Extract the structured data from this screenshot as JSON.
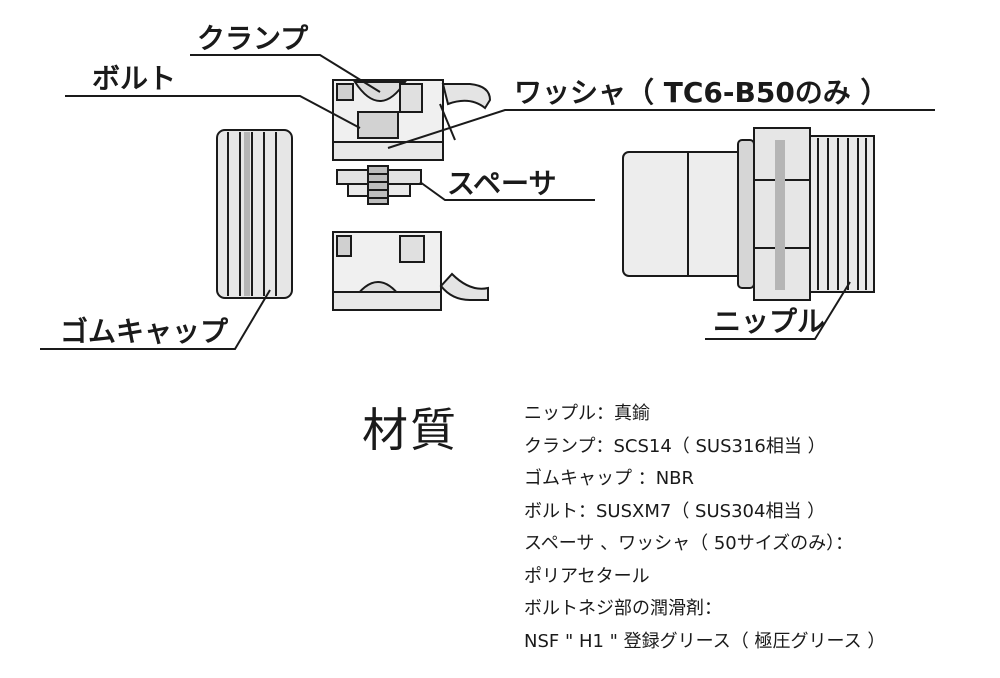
{
  "labels": {
    "clamp": "クランプ",
    "bolt": "ボルト",
    "washer": "ワッシャ（ TC6-B50のみ ）",
    "spacer": "スペーサ",
    "rubber_cap": "ゴムキャップ",
    "nipple": "ニップル"
  },
  "materials": {
    "title": "材質",
    "lines": [
      "ニップル：真鍮",
      "クランプ：SCS14（ SUS316相当 ）",
      "ゴムキャップ ：NBR",
      "ボルト：SUSXM7（ SUS304相当 ）",
      "スペーサ 、ワッシャ（ 50サイズのみ）：",
      "ポリアセタール",
      "ボルトネジ部の潤滑剤：",
      "NSF \" H1 \" 登録グリース（ 極圧グリース ）"
    ]
  },
  "colors": {
    "ink": "#1a1a1a",
    "part_fill": "#eeeeee",
    "part_shade": "#b5b5b5",
    "background": "#ffffff"
  }
}
